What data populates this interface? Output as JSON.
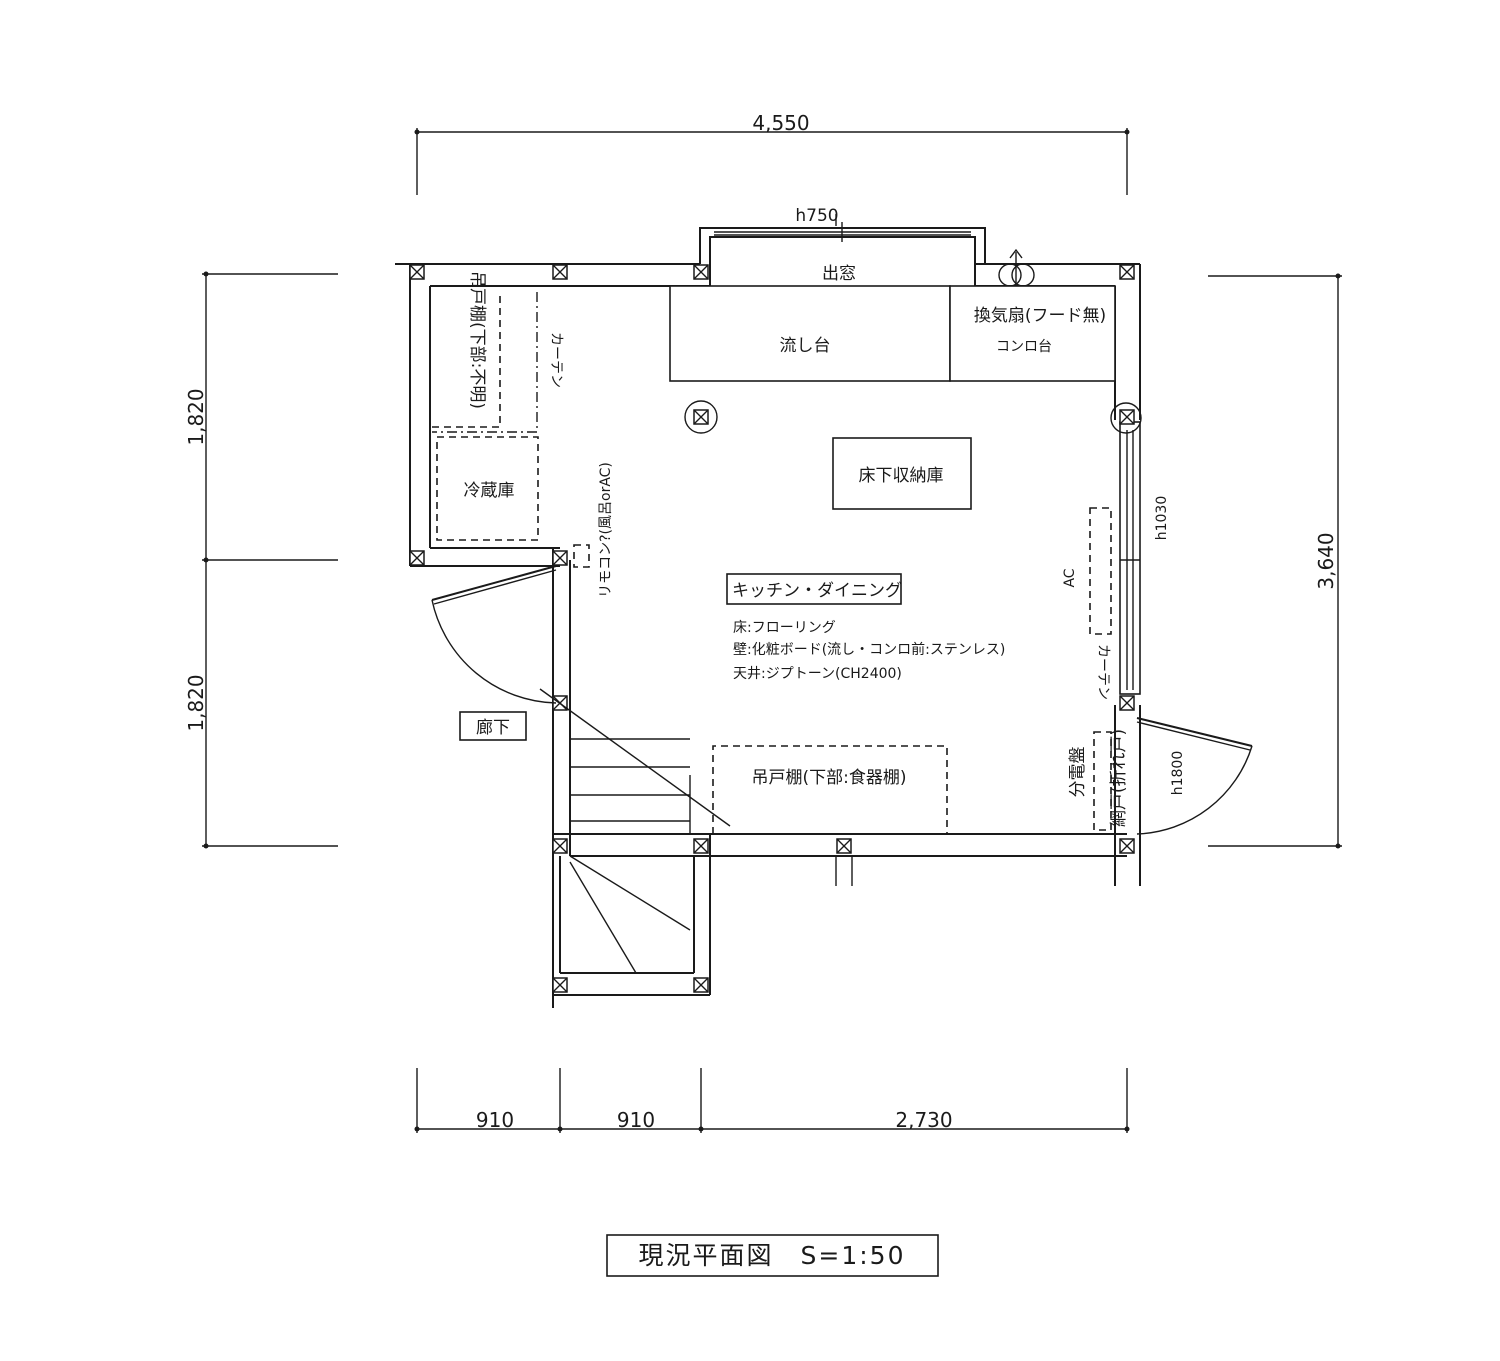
{
  "dimensions": {
    "top": "4,550",
    "right": "3,640",
    "left_upper": "1,820",
    "left_lower": "1,820",
    "bottom": [
      "910",
      "910",
      "2,730"
    ]
  },
  "labels": {
    "bay_window_height": "h750",
    "bay_window": "出窓",
    "fan": "換気扇(フード無)",
    "stove": "コンロ台",
    "sink": "流し台",
    "upper_cabinet_left": "吊戸棚(下部:不明)",
    "curtain_left": "カーテン",
    "fridge": "冷蔵庫",
    "remote": "リモコン?(風呂orAC)",
    "underfloor": "床下収納庫",
    "room_name": "キッチン・ダイニング",
    "floor": "床:フローリング",
    "wall": "壁:化粧ボード(流し・コンロ前:ステンレス)",
    "ceiling": "天井:ジプトーン(CH2400)",
    "ac": "AC",
    "window_height": "h1030",
    "curtain_right": "カーテン",
    "hallway": "廊下",
    "upper_cabinet_bottom": "吊戸棚(下部:食器棚)",
    "panel": "分電盤",
    "screen_door": "網戸(折れ戸)",
    "door_height": "h1800"
  },
  "title": "現況平面図　S=1:50"
}
